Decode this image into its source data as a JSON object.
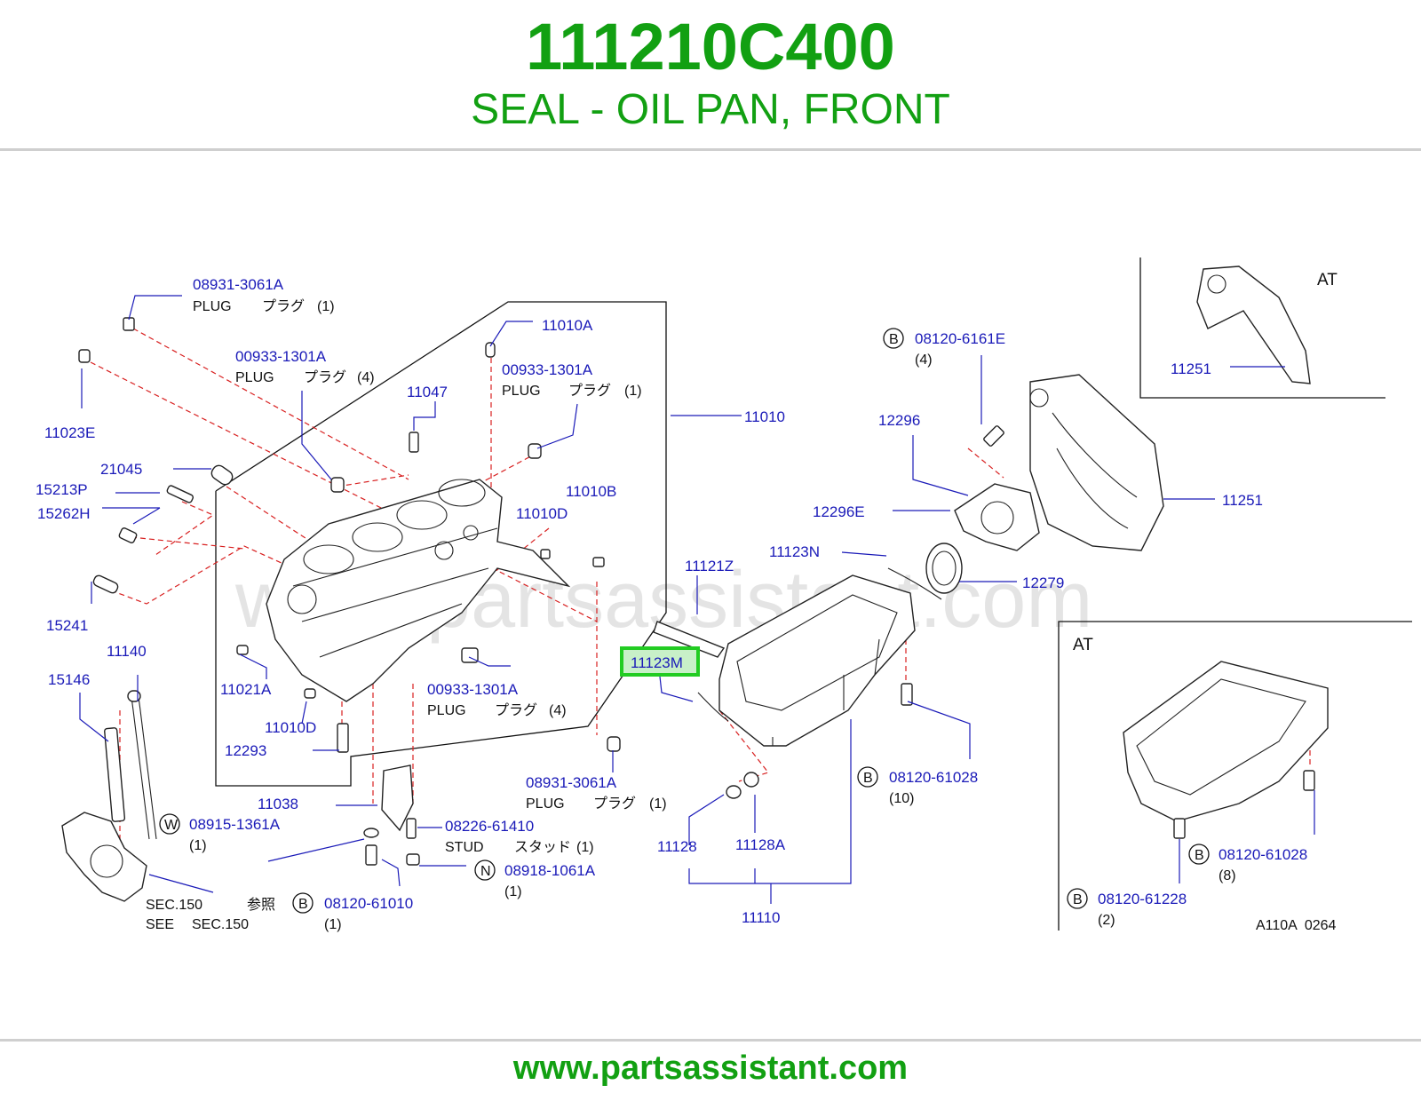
{
  "header": {
    "part_number": "111210C400",
    "part_name": "SEAL - OIL PAN, FRONT"
  },
  "footer": {
    "url": "www.partsassistant.com"
  },
  "watermark": "www.partsassistant.com",
  "colors": {
    "brand_green": "#12a012",
    "callout_blue": "#1a1ab8",
    "leader_red": "#d82020",
    "highlight_box": "#22cc22"
  },
  "diagram": {
    "highlighted": "11123M",
    "code": "A110A  0264",
    "section_labels": {
      "at_top": "AT",
      "at_bottom": "AT"
    },
    "callouts": {
      "c08931_3061A_top": {
        "num": "08931-3061A",
        "desc": "PLUG",
        "jp": "プラグ",
        "qty": "(1)"
      },
      "c00933_1301A_a": {
        "num": "00933-1301A",
        "desc": "PLUG",
        "jp": "プラグ",
        "qty": "(4)"
      },
      "c11023E": {
        "num": "11023E"
      },
      "c11047": {
        "num": "11047"
      },
      "c11010A": {
        "num": "11010A"
      },
      "c00933_1301A_b": {
        "num": "00933-1301A",
        "desc": "PLUG",
        "jp": "プラグ",
        "qty": "(1)"
      },
      "c11010": {
        "num": "11010"
      },
      "c21045": {
        "num": "21045"
      },
      "c15213P": {
        "num": "15213P"
      },
      "c15262H": {
        "num": "15262H"
      },
      "c11010B": {
        "num": "11010B"
      },
      "c11010D_a": {
        "num": "11010D"
      },
      "c15241": {
        "num": "15241"
      },
      "c11140": {
        "num": "11140"
      },
      "c15146": {
        "num": "15146"
      },
      "c11021A": {
        "num": "11021A"
      },
      "c00933_1301A_c": {
        "num": "00933-1301A",
        "desc": "PLUG",
        "jp": "プラグ",
        "qty": "(4)"
      },
      "c11010D_b": {
        "num": "11010D"
      },
      "c12293": {
        "num": "12293"
      },
      "c08931_3061A_b": {
        "num": "08931-3061A",
        "desc": "PLUG",
        "jp": "プラグ",
        "qty": "(1)"
      },
      "c11038": {
        "num": "11038"
      },
      "c08915_1361A": {
        "badge": "W",
        "num": "08915-1361A",
        "qty": "(1)"
      },
      "c08226_61410": {
        "num": "08226-61410",
        "desc": "STUD",
        "jp": "スタッド",
        "qty": "(1)"
      },
      "c08918_1061A": {
        "badge": "N",
        "num": "08918-1061A",
        "qty": "(1)"
      },
      "c08120_61010": {
        "badge": "B",
        "num": "08120-61010",
        "qty": "(1)"
      },
      "sec150": {
        "line1": "SEC.150",
        "jp": "参照",
        "line2a": "SEE",
        "line2b": "SEC.150"
      },
      "c08120_6161E": {
        "badge": "B",
        "num": "08120-6161E",
        "qty": "(4)"
      },
      "c12296": {
        "num": "12296"
      },
      "c12296E": {
        "num": "12296E"
      },
      "c11251_main": {
        "num": "11251"
      },
      "c11251_at": {
        "num": "11251"
      },
      "c11123N": {
        "num": "11123N"
      },
      "c12279": {
        "num": "12279"
      },
      "c11121Z": {
        "num": "11121Z"
      },
      "c11123M": {
        "num": "11123M"
      },
      "c08120_61028_a": {
        "badge": "B",
        "num": "08120-61028",
        "qty": "(10)"
      },
      "c11128": {
        "num": "11128"
      },
      "c11128A": {
        "num": "11128A"
      },
      "c11110": {
        "num": "11110"
      },
      "c08120_61028_b": {
        "badge": "B",
        "num": "08120-61028",
        "qty": "(8)"
      },
      "c08120_61228": {
        "badge": "B",
        "num": "08120-61228",
        "qty": "(2)"
      }
    }
  }
}
